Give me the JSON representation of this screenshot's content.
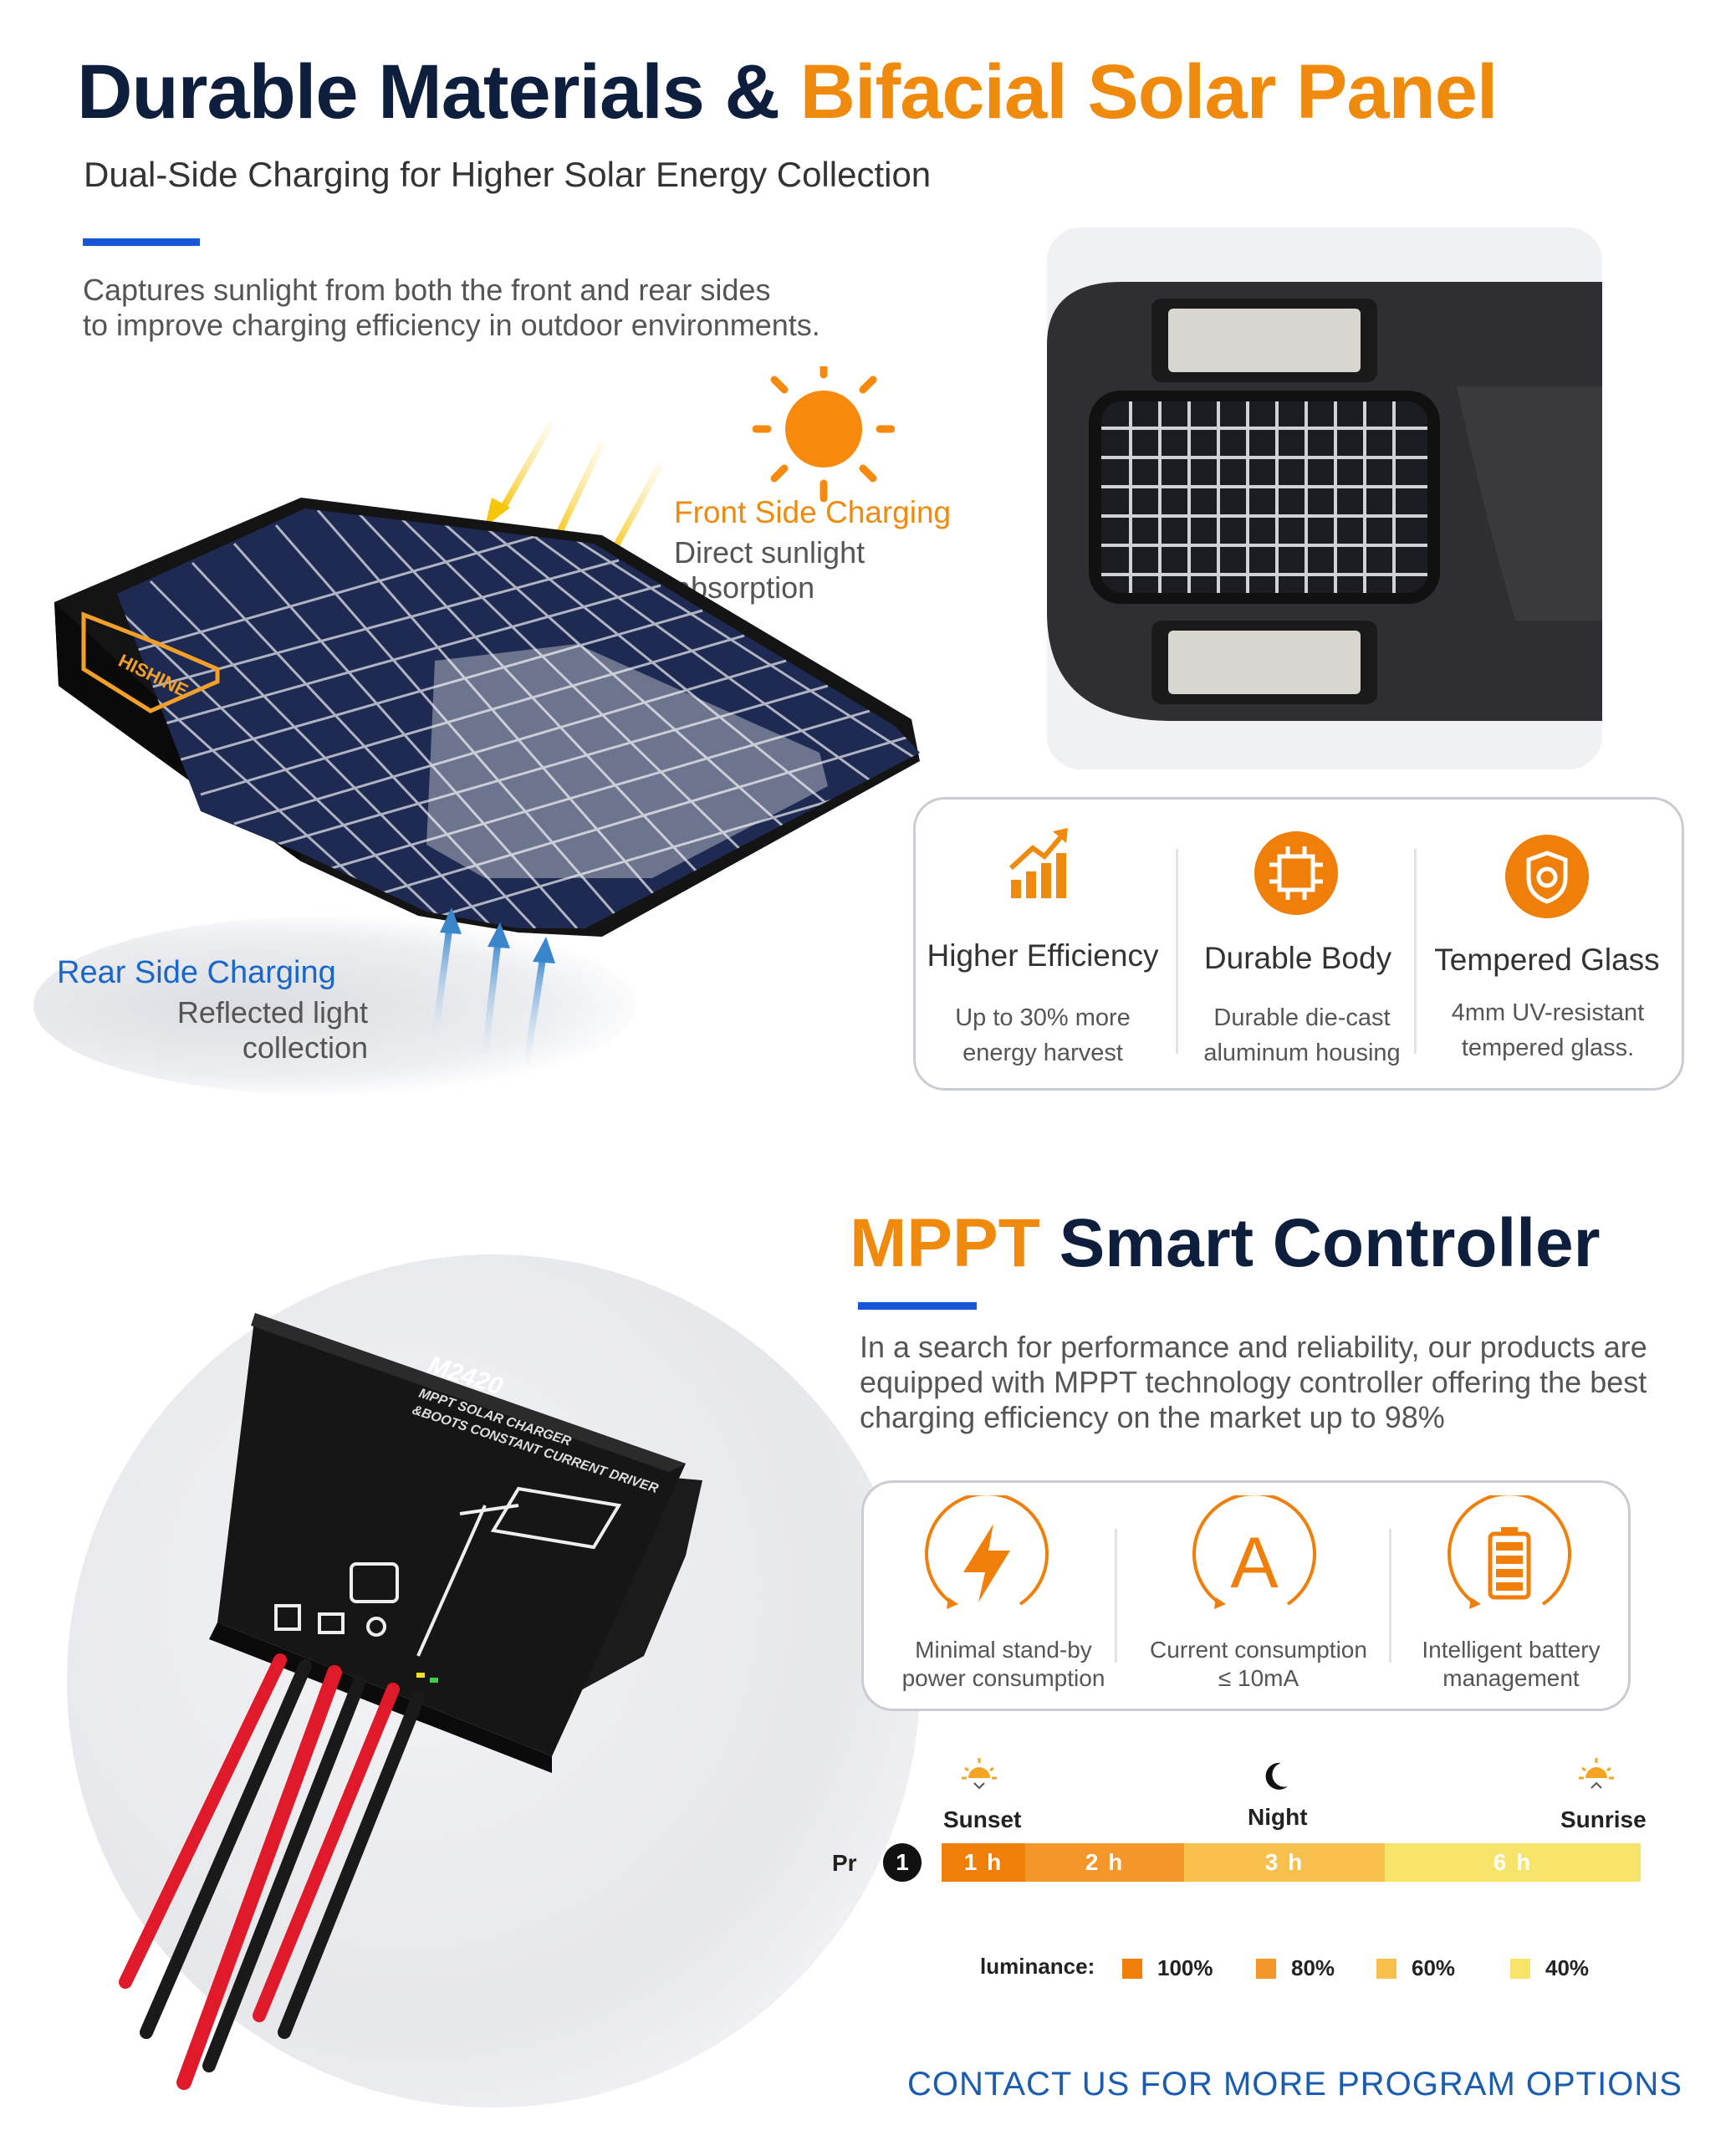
{
  "section1": {
    "title_main": "Durable Materials & ",
    "title_highlight": "Bifacial Solar Panel",
    "subtitle": "Dual-Side Charging for Higher Solar Energy Collection",
    "description_line1": "Captures sunlight from both the front and rear sides",
    "description_line2": "to improve charging efficiency in outdoor environments.",
    "brand_logo": "HISHINE",
    "front": {
      "title": "Front Side Charging",
      "desc_line1": "Direct sunlight",
      "desc_line2": "absorption"
    },
    "rear": {
      "title": "Rear Side Charging",
      "desc_line1": "Reflected light",
      "desc_line2": "collection"
    },
    "features": [
      {
        "icon": "chart-growth-icon",
        "title": "Higher Efficiency",
        "desc_line1": "Up to 30% more",
        "desc_line2": "energy harvest"
      },
      {
        "icon": "chip-icon",
        "title": "Durable Body",
        "desc_line1": "Durable die-cast",
        "desc_line2": "aluminum housing"
      },
      {
        "icon": "shield-icon",
        "title": "Tempered Glass",
        "desc_line1": "4mm UV-resistant",
        "desc_line2": "tempered glass."
      }
    ]
  },
  "section2": {
    "title_highlight": "MPPT",
    "title_main": " Smart Controller",
    "description_line1": "In a search for performance and reliability, our products are",
    "description_line2": "equipped with MPPT technology controller offering the best",
    "description_line3": "charging efficiency on the market up to 98%",
    "controller_model": "M2420",
    "controller_line1": "MPPT SOLAR CHARGER",
    "controller_line2": "&BOOTS CONSTANT CURRENT DRIVER",
    "features": [
      {
        "icon": "lightning-icon",
        "desc_line1": "Minimal stand-by",
        "desc_line2": "power consumption"
      },
      {
        "icon": "ampere-icon",
        "glyph": "A",
        "desc_line1": "Current consumption",
        "desc_line2": "≤ 10mA"
      },
      {
        "icon": "battery-icon",
        "desc_line1": "Intelligent battery",
        "desc_line2": "management"
      }
    ]
  },
  "timeline": {
    "sunset": "Sunset",
    "night": "Night",
    "sunrise": "Sunrise",
    "program_label": "Pr",
    "program_number": "1",
    "segments": [
      {
        "label": "1 h",
        "hours": 1,
        "color": "#f07f0a",
        "luminance": "100%"
      },
      {
        "label": "2 h",
        "hours": 2,
        "color": "#f4962a",
        "luminance": "80%"
      },
      {
        "label": "3 h",
        "hours": 3,
        "color": "#f7c04c",
        "luminance": "60%"
      },
      {
        "label": "6 h",
        "hours": 6,
        "color": "#f5e36a",
        "luminance": "40%"
      }
    ],
    "legend_label": "luminance:"
  },
  "contact": "CONTACT US FOR MORE PROGRAM OPTIONS",
  "colors": {
    "navy": "#0d1f3c",
    "orange": "#f08a0c",
    "blue": "#1557d6"
  }
}
